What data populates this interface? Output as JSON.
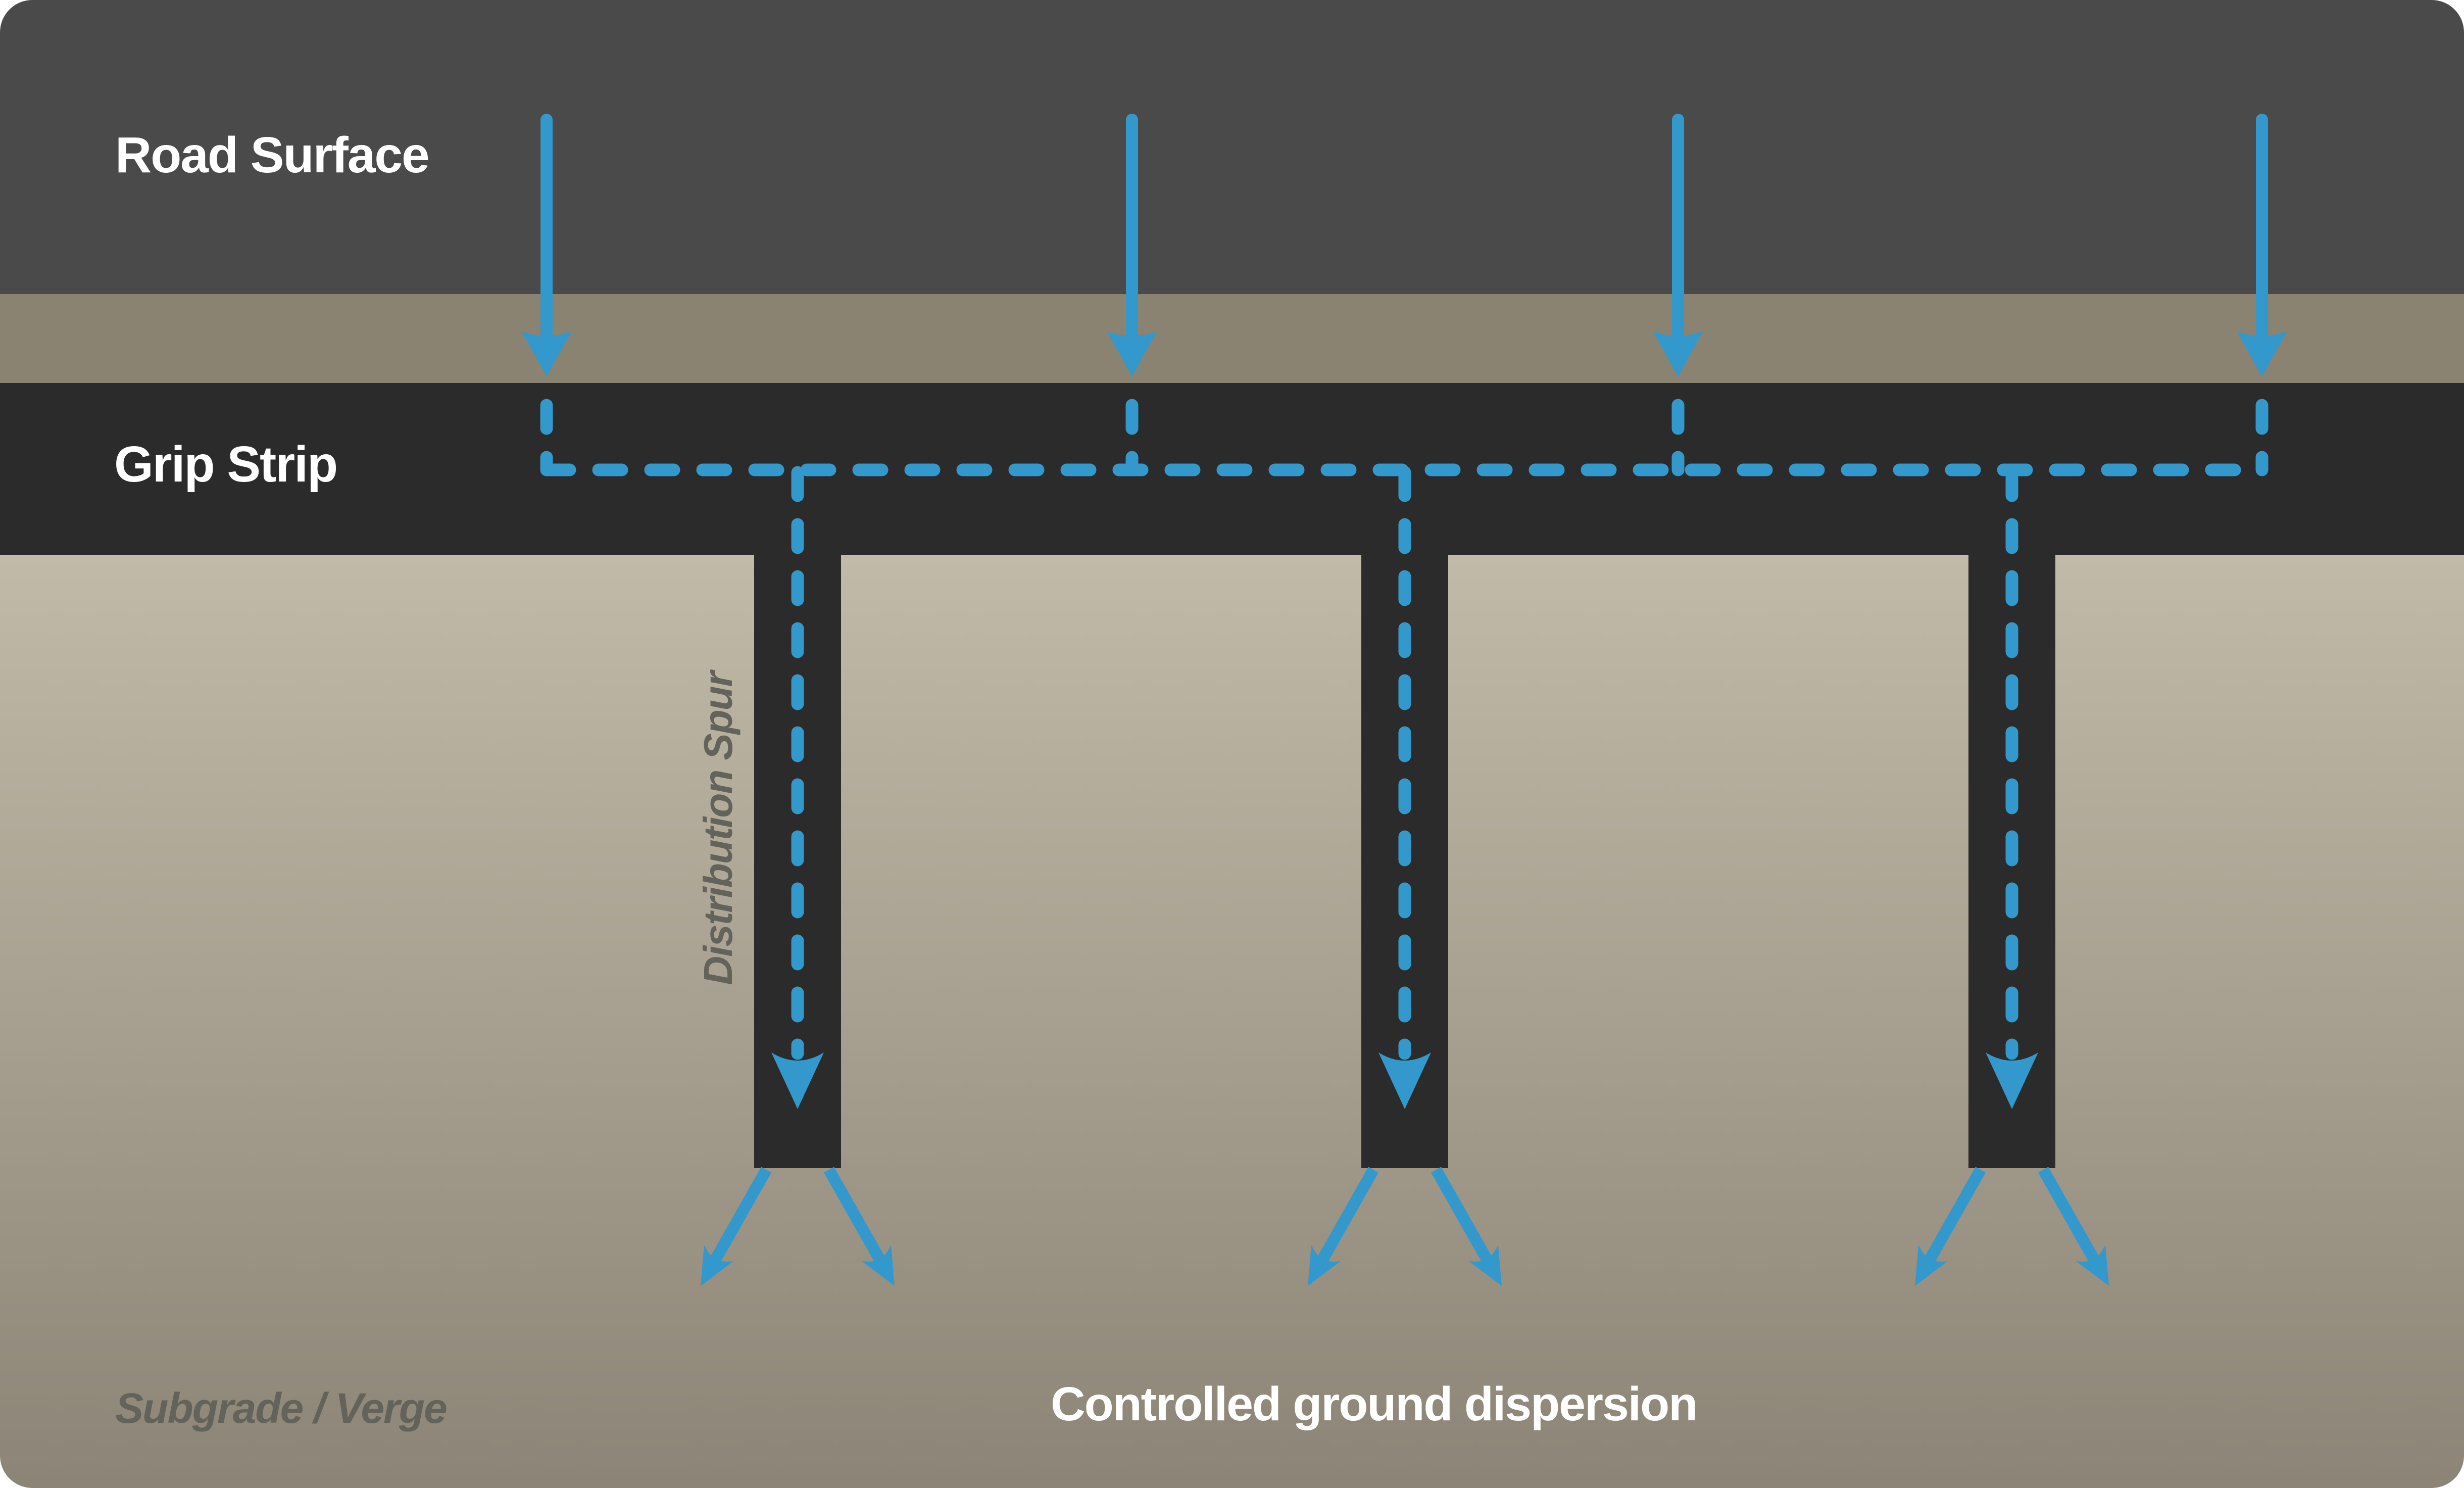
{
  "labels": {
    "road_surface": "Road Surface",
    "grip_strip": "Grip Strip",
    "distribution_spur": "Distribution Spur",
    "subgrade_verge": "Subgrade / Verge",
    "controlled_dispersion": "Controlled ground dispersion"
  },
  "colors": {
    "road": "#4a4a4a",
    "shoulder": "#8b8372",
    "grip": "#2b2b2b",
    "subgrade_top": "#c2baa8",
    "subgrade_bottom": "#8c8476",
    "flow": "#3398cc",
    "muted_text": "#63635b",
    "label_text": "#ffffff",
    "page_bg": "#ffffff"
  },
  "structure": {
    "inflow_arrow_count": 4,
    "distribution_spur_count": 3,
    "dispersal_arrows_per_spur": 2
  }
}
